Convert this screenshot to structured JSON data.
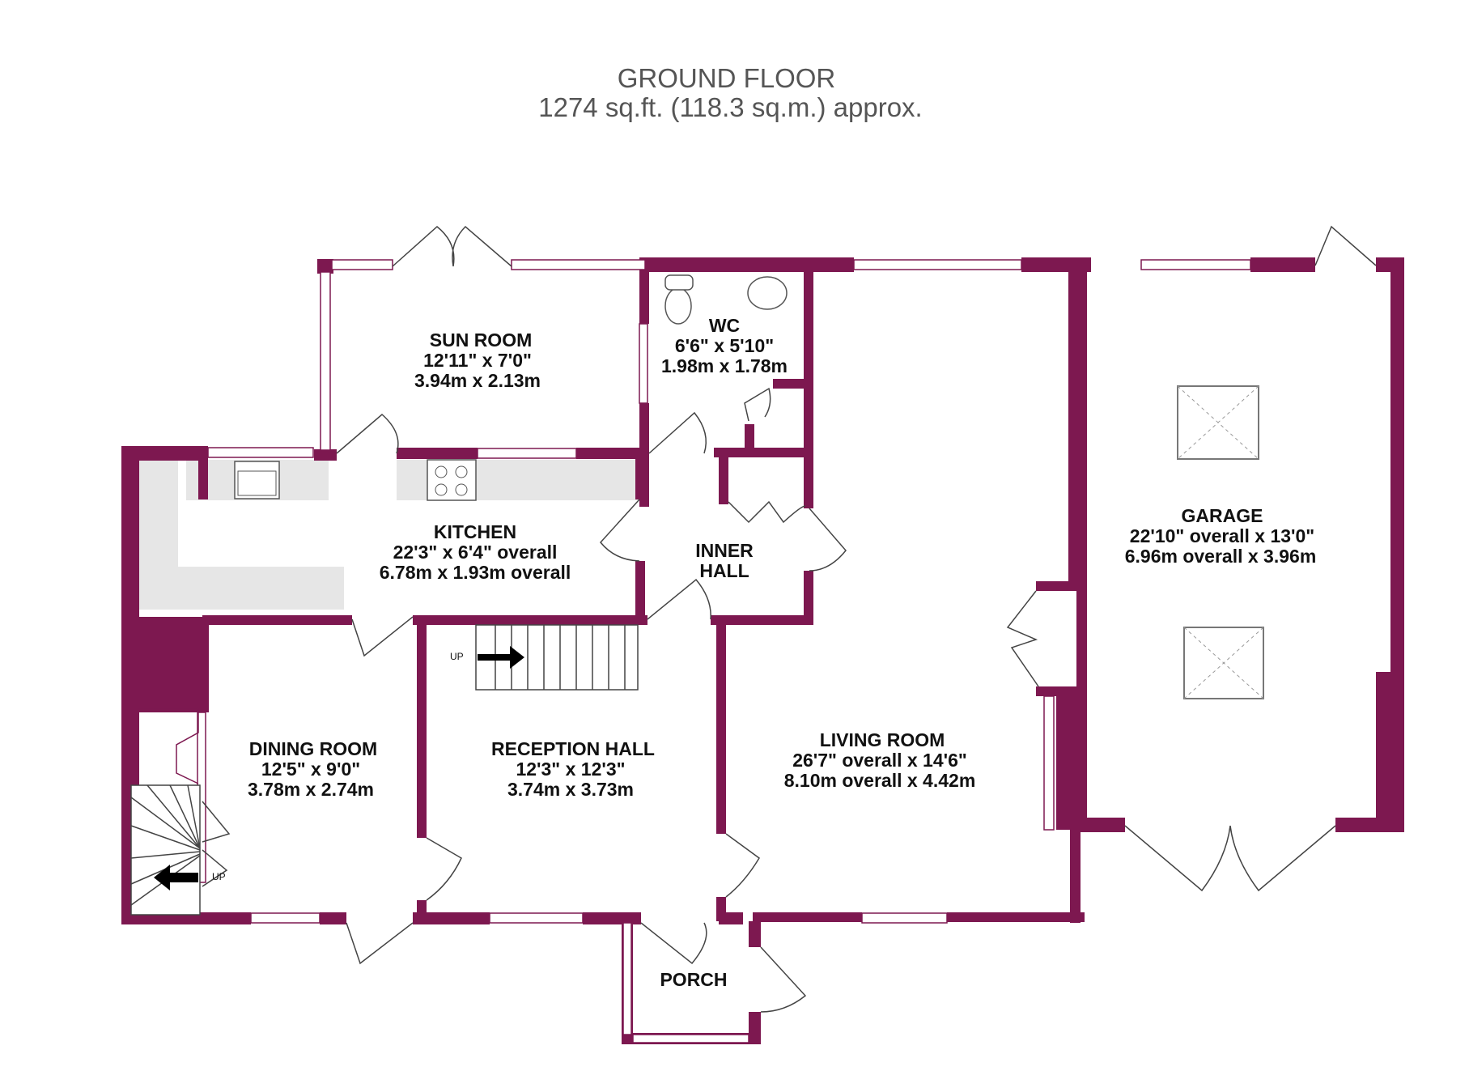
{
  "header": {
    "title": "GROUND FLOOR",
    "area": "1274 sq.ft. (118.3 sq.m.) approx."
  },
  "colors": {
    "wall": "#7d1850",
    "fixture": "#e6e6e6",
    "window": "#ffffff",
    "line": "#444444"
  },
  "rooms": {
    "sun_room": {
      "name": "SUN ROOM",
      "size_imperial": "12'11\"  x 7'0\"",
      "size_metric": "3.94m  x 2.13m"
    },
    "wc": {
      "name": "WC",
      "size_imperial": "6'6\"  x 5'10\"",
      "size_metric": "1.98m  x 1.78m"
    },
    "kitchen": {
      "name": "KITCHEN",
      "size_imperial": "22'3\"  x 6'4\" overall",
      "size_metric": "6.78m  x 1.93m overall"
    },
    "inner_hall": {
      "name_line1": "INNER",
      "name_line2": "HALL"
    },
    "garage": {
      "name": "GARAGE",
      "size_imperial": "22'10\" overall x 13'0\"",
      "size_metric": "6.96m overall x 3.96m"
    },
    "dining_room": {
      "name": "DINING ROOM",
      "size_imperial": "12'5\"  x 9'0\"",
      "size_metric": "3.78m  x 2.74m"
    },
    "reception_hall": {
      "name": "RECEPTION HALL",
      "size_imperial": "12'3\"  x 12'3\"",
      "size_metric": "3.74m  x 3.73m"
    },
    "living_room": {
      "name": "LIVING ROOM",
      "size_imperial": "26'7\" overall x 14'6\"",
      "size_metric": "8.10m overall x 4.42m"
    },
    "porch": {
      "name": "PORCH"
    }
  },
  "stairs": {
    "main_up": "UP",
    "dining_up": "UP"
  }
}
